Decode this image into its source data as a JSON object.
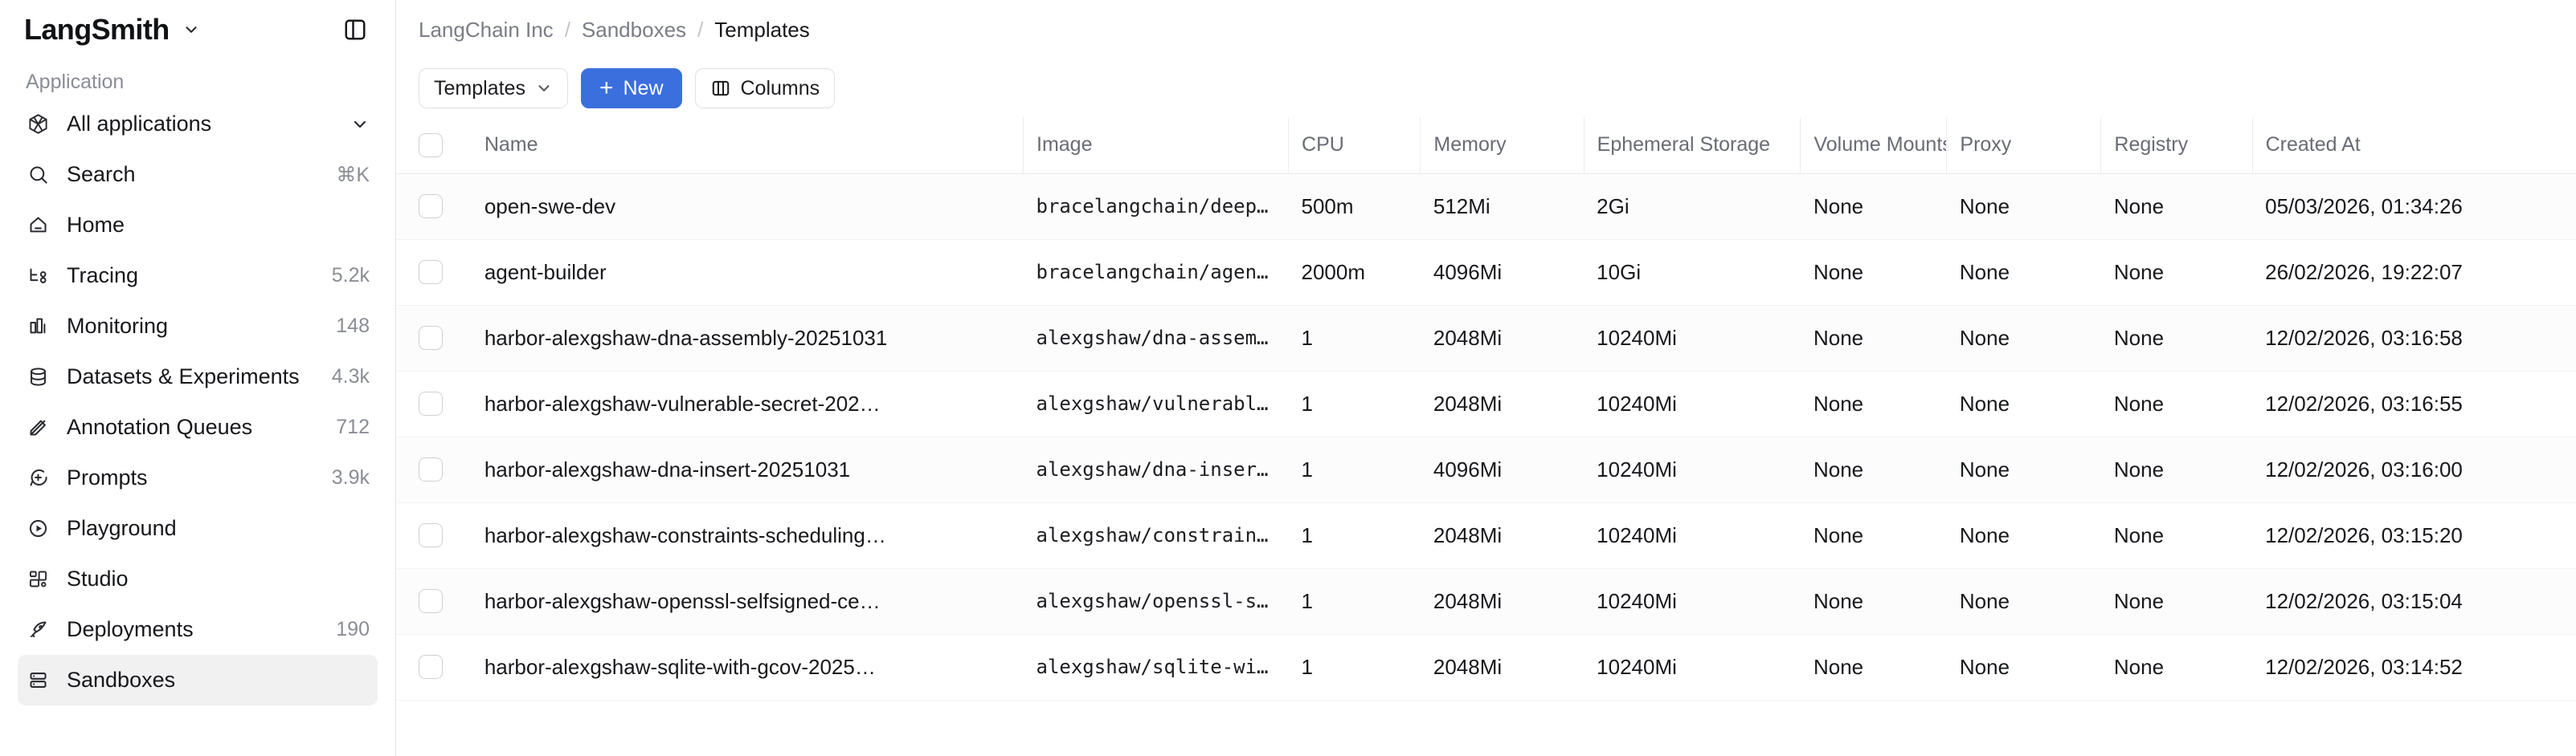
{
  "sidebar": {
    "brand": "LangSmith",
    "section_label": "Application",
    "items": [
      {
        "label": "All applications",
        "icon": "cube-icon",
        "meta": "",
        "caret": true,
        "active": false
      },
      {
        "label": "Search",
        "icon": "search-icon",
        "meta": "⌘K",
        "caret": false,
        "active": false
      },
      {
        "label": "Home",
        "icon": "home-icon",
        "meta": "",
        "caret": false,
        "active": false
      },
      {
        "label": "Tracing",
        "icon": "tracing-icon",
        "meta": "5.2k",
        "caret": false,
        "active": false
      },
      {
        "label": "Monitoring",
        "icon": "bar-chart-icon",
        "meta": "148",
        "caret": false,
        "active": false
      },
      {
        "label": "Datasets & Experiments",
        "icon": "database-icon",
        "meta": "4.3k",
        "caret": false,
        "active": false
      },
      {
        "label": "Annotation Queues",
        "icon": "pencil-icon",
        "meta": "712",
        "caret": false,
        "active": false
      },
      {
        "label": "Prompts",
        "icon": "prompt-icon",
        "meta": "3.9k",
        "caret": false,
        "active": false
      },
      {
        "label": "Playground",
        "icon": "play-circle-icon",
        "meta": "",
        "caret": false,
        "active": false
      },
      {
        "label": "Studio",
        "icon": "studio-icon",
        "meta": "",
        "caret": false,
        "active": false
      },
      {
        "label": "Deployments",
        "icon": "rocket-icon",
        "meta": "190",
        "caret": false,
        "active": false
      },
      {
        "label": "Sandboxes",
        "icon": "server-icon",
        "meta": "",
        "caret": false,
        "active": true
      }
    ]
  },
  "breadcrumb": {
    "items": [
      "LangChain Inc",
      "Sandboxes",
      "Templates"
    ],
    "separator": "/"
  },
  "toolbar": {
    "filter_label": "Templates",
    "new_label": "New",
    "new_plus": "+",
    "columns_label": "Columns"
  },
  "table": {
    "columns": [
      "Name",
      "Image",
      "CPU",
      "Memory",
      "Ephemeral Storage",
      "Volume Mounts",
      "Proxy",
      "Registry",
      "Created At"
    ],
    "rows": [
      {
        "name": "open-swe-dev",
        "image": "bracelangchain/deepa…",
        "cpu": "500m",
        "memory": "512Mi",
        "ephemeral_storage": "2Gi",
        "volume_mounts": "None",
        "proxy": "None",
        "registry": "None",
        "created_at": "05/03/2026, 01:34:26"
      },
      {
        "name": "agent-builder",
        "image": "bracelangchain/agent…",
        "cpu": "2000m",
        "memory": "4096Mi",
        "ephemeral_storage": "10Gi",
        "volume_mounts": "None",
        "proxy": "None",
        "registry": "None",
        "created_at": "26/02/2026, 19:22:07"
      },
      {
        "name": "harbor-alexgshaw-dna-assembly-20251031",
        "image": "alexgshaw/dna-assemb…",
        "cpu": "1",
        "memory": "2048Mi",
        "ephemeral_storage": "10240Mi",
        "volume_mounts": "None",
        "proxy": "None",
        "registry": "None",
        "created_at": "12/02/2026, 03:16:58"
      },
      {
        "name": "harbor-alexgshaw-vulnerable-secret-202…",
        "image": "alexgshaw/vulnerable…",
        "cpu": "1",
        "memory": "2048Mi",
        "ephemeral_storage": "10240Mi",
        "volume_mounts": "None",
        "proxy": "None",
        "registry": "None",
        "created_at": "12/02/2026, 03:16:55"
      },
      {
        "name": "harbor-alexgshaw-dna-insert-20251031",
        "image": "alexgshaw/dna-insert…",
        "cpu": "1",
        "memory": "4096Mi",
        "ephemeral_storage": "10240Mi",
        "volume_mounts": "None",
        "proxy": "None",
        "registry": "None",
        "created_at": "12/02/2026, 03:16:00"
      },
      {
        "name": "harbor-alexgshaw-constraints-scheduling…",
        "image": "alexgshaw/constraint…",
        "cpu": "1",
        "memory": "2048Mi",
        "ephemeral_storage": "10240Mi",
        "volume_mounts": "None",
        "proxy": "None",
        "registry": "None",
        "created_at": "12/02/2026, 03:15:20"
      },
      {
        "name": "harbor-alexgshaw-openssl-selfsigned-ce…",
        "image": "alexgshaw/openssl-se…",
        "cpu": "1",
        "memory": "2048Mi",
        "ephemeral_storage": "10240Mi",
        "volume_mounts": "None",
        "proxy": "None",
        "registry": "None",
        "created_at": "12/02/2026, 03:15:04"
      },
      {
        "name": "harbor-alexgshaw-sqlite-with-gcov-2025…",
        "image": "alexgshaw/sqlite-wit…",
        "cpu": "1",
        "memory": "2048Mi",
        "ephemeral_storage": "10240Mi",
        "volume_mounts": "None",
        "proxy": "None",
        "registry": "None",
        "created_at": "12/02/2026, 03:14:52"
      }
    ]
  },
  "colors": {
    "primary": "#3b6fdd",
    "text": "#17181c",
    "muted": "#6a6c75",
    "border": "#e9e9eb",
    "active_bg": "#f1f1f2"
  }
}
